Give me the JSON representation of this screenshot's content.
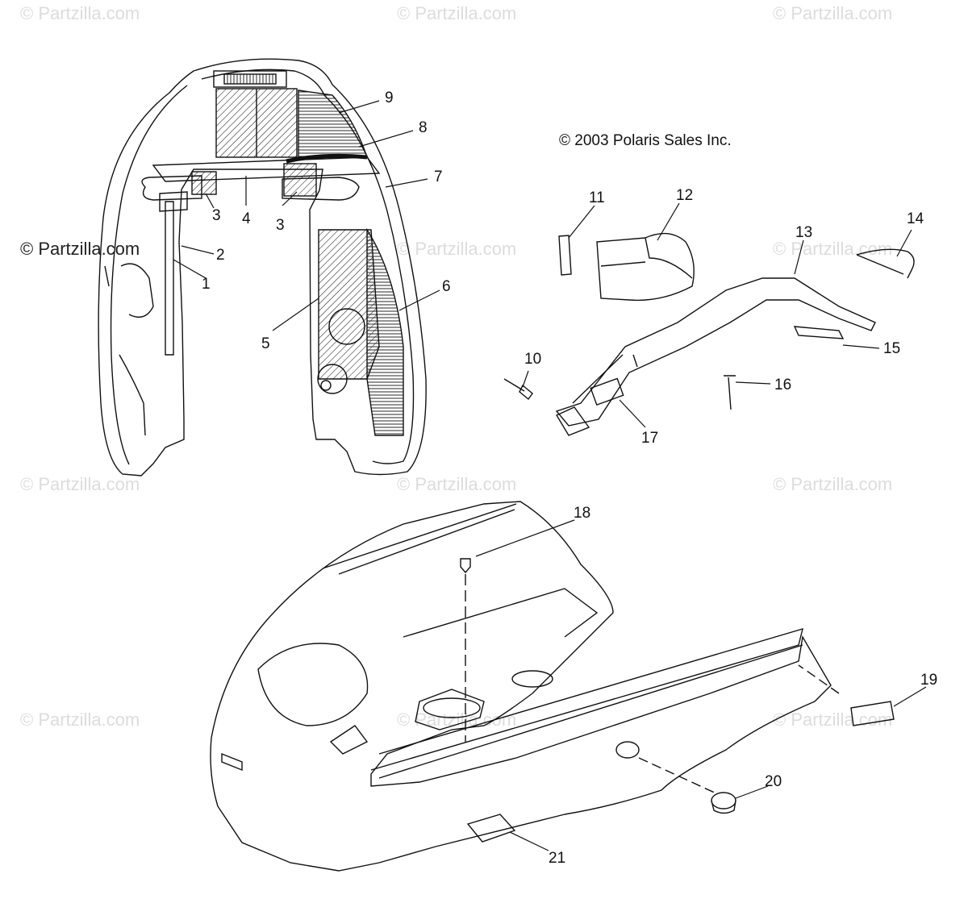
{
  "watermark": "© Partzilla.com",
  "copyright": "© 2003 Polaris Sales Inc.",
  "callouts": [
    "1",
    "2",
    "3",
    "4",
    "3",
    "5",
    "6",
    "7",
    "8",
    "9",
    "10",
    "11",
    "12",
    "13",
    "14",
    "15",
    "16",
    "17",
    "18",
    "19",
    "20",
    "21"
  ],
  "colors": {
    "line": "#111111",
    "watermark": "#dcdcdc",
    "background": "#ffffff"
  }
}
